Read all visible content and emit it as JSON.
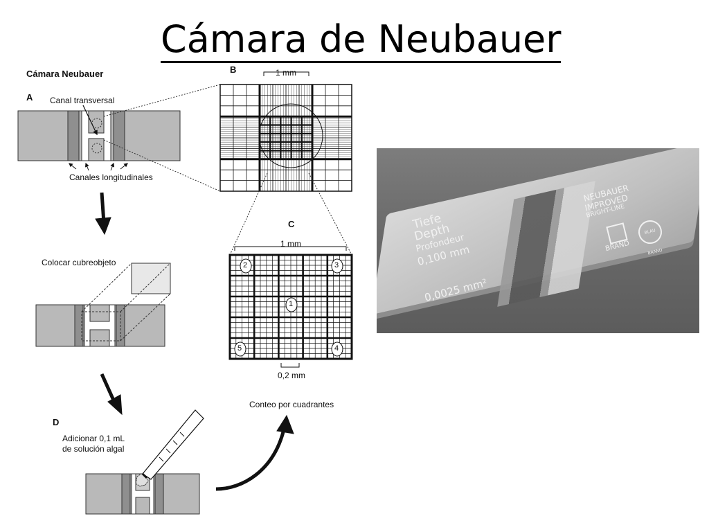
{
  "slide": {
    "title": "Cámara de Neubauer"
  },
  "panel_a": {
    "heading": "Cámara Neubauer",
    "letter": "A",
    "label_transversal": "Canal transversal",
    "label_longitudinal": "Canales longitudinales"
  },
  "panel_b": {
    "letter": "B",
    "scale": "1 mm"
  },
  "panel_c": {
    "letter": "C",
    "scale_top": "1 mm",
    "scale_bottom": "0,2 mm",
    "quadrants": [
      "1",
      "2",
      "3",
      "4",
      "5"
    ]
  },
  "step_cover": {
    "label": "Colocar cubreobjeto"
  },
  "panel_d": {
    "letter": "D",
    "label_line1": "Adicionar 0,1 mL",
    "label_line2": "de solución algal"
  },
  "count": {
    "label": "Conteo por cuadrantes"
  },
  "photo": {
    "left_line1": "Tiefe",
    "left_line2": "Depth",
    "left_line3": "Profondeur",
    "left_line4": "0,100 mm",
    "left_line5": "0,0025 mm²",
    "right_line1": "NEUBAUER",
    "right_line2": "IMPROVED",
    "right_line3": "BRIGHT-LINE",
    "brand": "BRAND",
    "seal": "BLAU BRAND"
  },
  "colors": {
    "chamber_fill": "#b9b9b9",
    "channel_fill": "#8f8f8f",
    "line": "#111111"
  }
}
